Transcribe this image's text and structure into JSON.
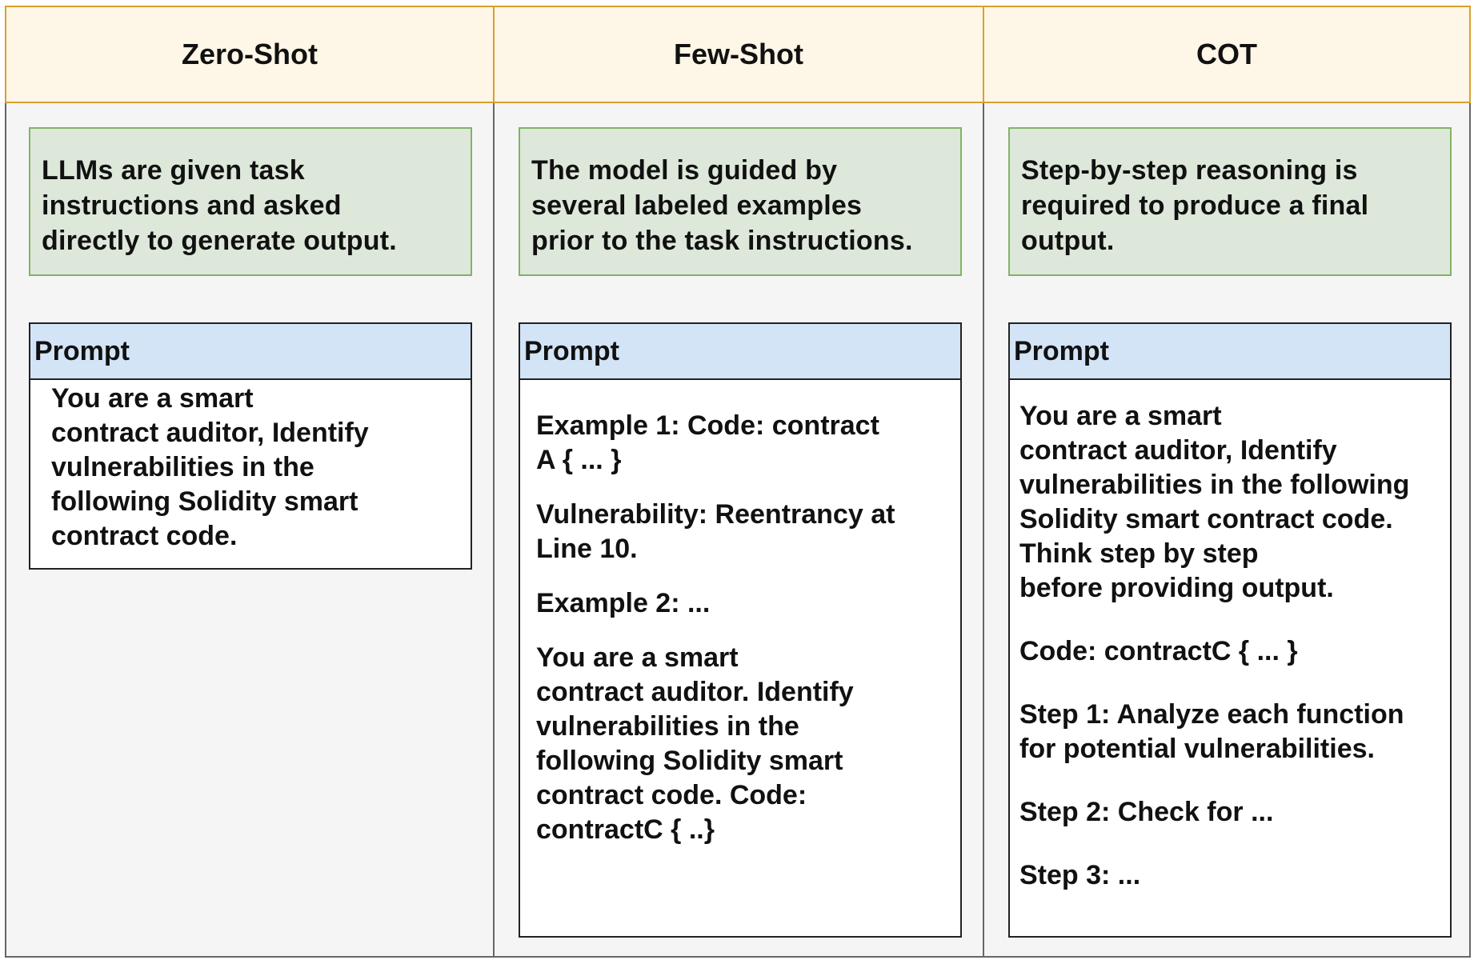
{
  "columns": [
    {
      "title": "Zero-Shot",
      "description": "LLMs are given task\ninstructions and asked\ndirectly to generate output.",
      "prompt_label": "Prompt",
      "prompt_paragraphs": [
        "You are a smart\ncontract auditor, Identify\nvulnerabilities in the\nfollowing Solidity smart\ncontract code."
      ]
    },
    {
      "title": "Few-Shot",
      "description": "The model is guided by\nseveral labeled examples\nprior to the task instructions.",
      "prompt_label": "Prompt",
      "prompt_paragraphs": [
        "Example 1: Code: contract\nA { ... }",
        "Vulnerability: Reentrancy at\nLine 10.",
        "Example 2: ...",
        "You are a smart\ncontract auditor. Identify\nvulnerabilities in the\nfollowing Solidity smart\ncontract code. Code:\ncontractC { ..}"
      ]
    },
    {
      "title": "COT",
      "description": "Step-by-step reasoning is\nrequired to produce a final\noutput.",
      "prompt_label": "Prompt",
      "prompt_paragraphs": [
        "You are a smart\ncontract auditor, Identify\nvulnerabilities in the following\nSolidity smart contract code.\nThink step by step\nbefore providing output.",
        "Code: contractC { ... }",
        "Step 1: Analyze each function\nfor potential vulnerabilities.",
        "Step 2: Check for ...",
        "Step 3: ..."
      ]
    }
  ],
  "colors": {
    "header_fill": "#fef6e6",
    "header_border": "#d7a12e",
    "body_fill": "#f5f5f5",
    "description_fill": "#dde8da",
    "description_border": "#82b366",
    "prompt_header_fill": "#d3e4f7"
  }
}
